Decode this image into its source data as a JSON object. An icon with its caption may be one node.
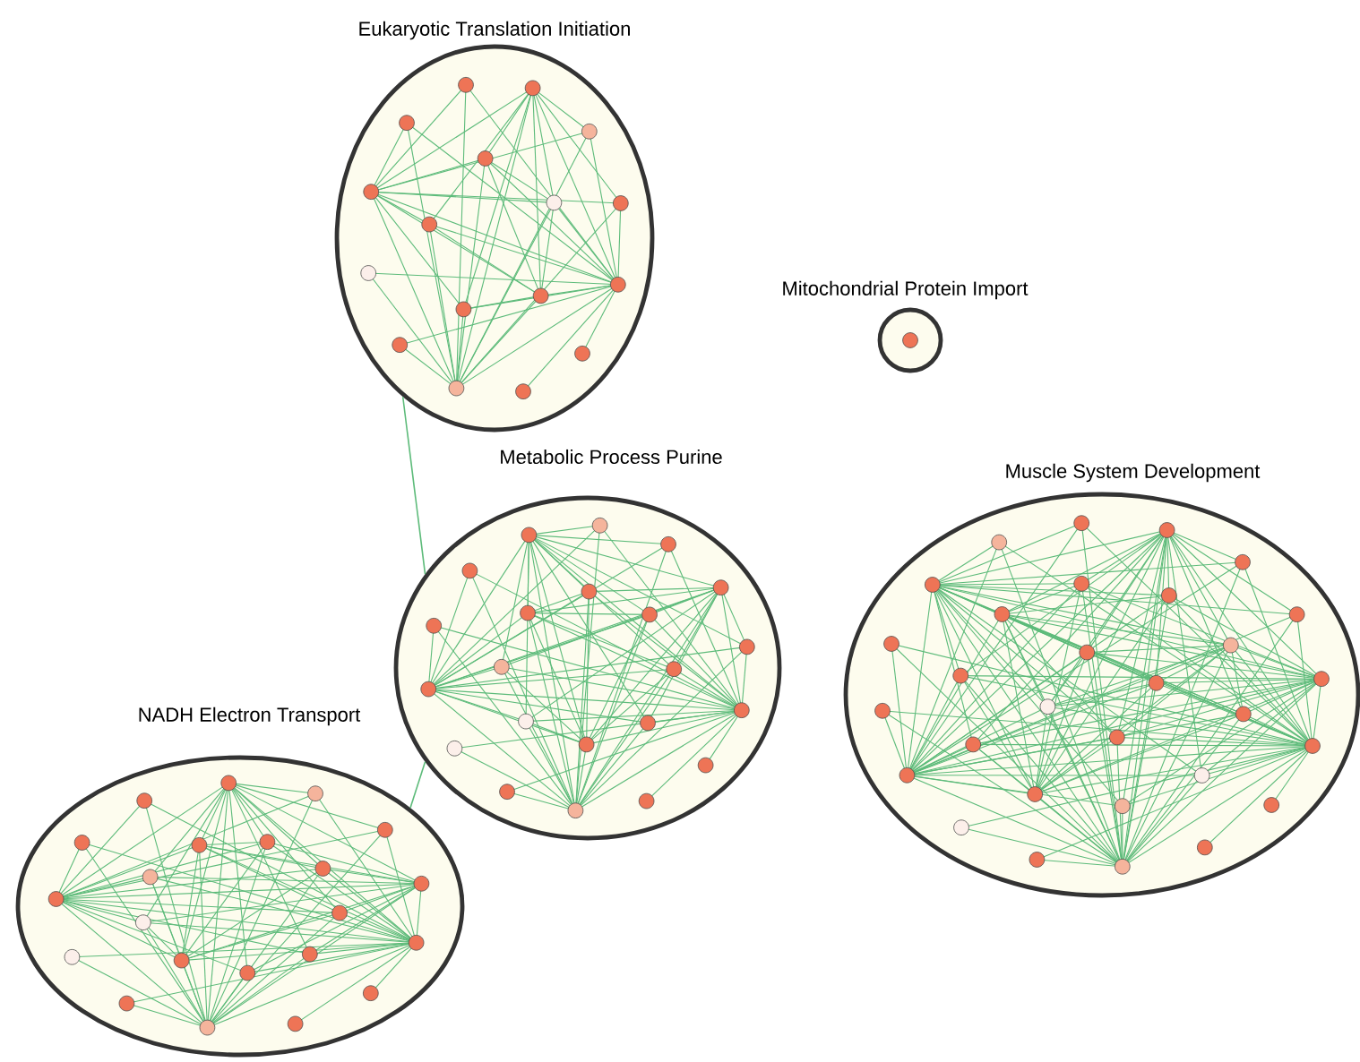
{
  "diagram": {
    "nodes": [
      {
        "text": [
          "Eukaryotic Translation Initiation"
        ]
      },
      {
        "text": [
          "Mitochondrial Protein Import"
        ]
      },
      {
        "text": [
          "Metabolic Process Purine"
        ]
      },
      {
        "text": [
          "Muscle System Development"
        ]
      },
      {
        "text": [
          "NADH Electron Transport"
        ]
      }
    ],
    "edges": [
      {
        "from": 0,
        "to": 2,
        "arrow": "none"
      },
      {
        "from": 2,
        "to": 4,
        "arrow": "none"
      }
    ]
  }
}
